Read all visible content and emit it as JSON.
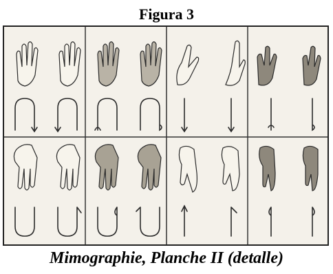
{
  "figure": {
    "title": "Figura 3",
    "caption": "Mimographie, Planche II (detalle)"
  },
  "plate": {
    "rows": 2,
    "columns": 4,
    "content": "hand gestures with notation symbols",
    "ink_color": "#2a2a2a",
    "paper_color": "#f4f1ea"
  }
}
